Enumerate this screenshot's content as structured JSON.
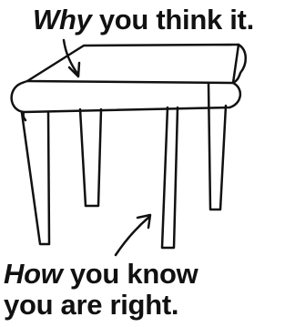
{
  "top_caption": {
    "emphasis": "Why",
    "rest": " you think it."
  },
  "bottom_caption": {
    "line1_emphasis": "How",
    "line1_rest": " you know",
    "line2": "you are right."
  },
  "illustration": {
    "subject": "table",
    "icons": [
      "table-illustration",
      "arrow-to-tabletop",
      "arrow-to-table-leg"
    ]
  }
}
